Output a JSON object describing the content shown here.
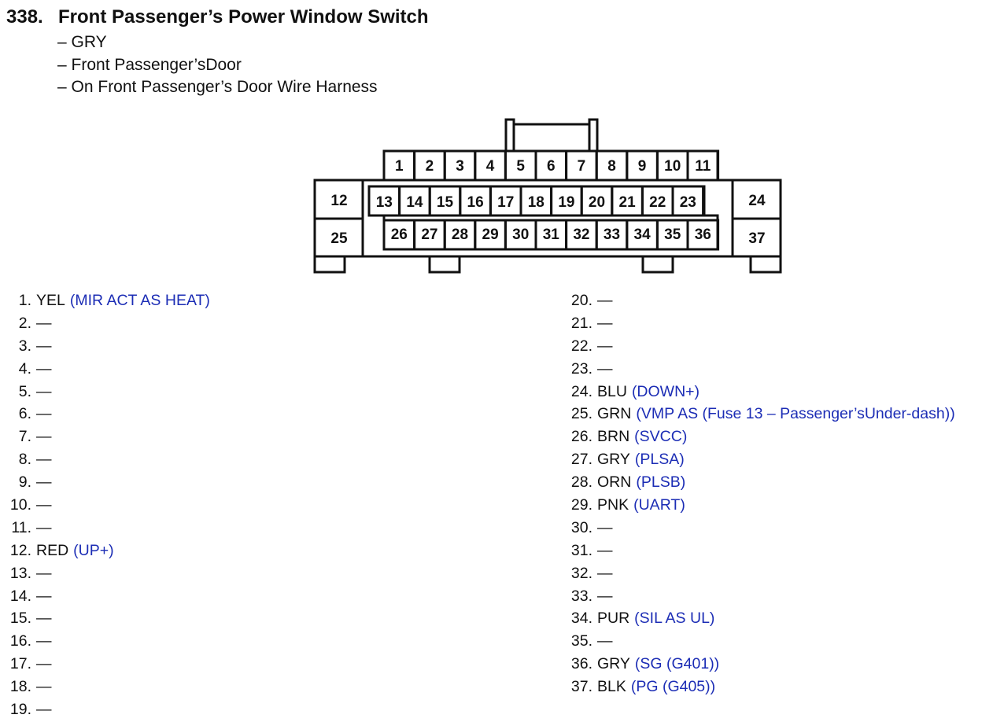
{
  "header": {
    "number": "338.",
    "title": "Front Passenger’s Power Window Switch",
    "details": [
      "– GRY",
      "– Front Passenger’sDoor",
      "– On Front Passenger’s Door Wire Harness"
    ]
  },
  "colors": {
    "function_text": "#1c2db5",
    "line": "#111111"
  },
  "connector": {
    "top_row": [
      "1",
      "2",
      "3",
      "4",
      "5",
      "6",
      "7",
      "8",
      "9",
      "10",
      "11"
    ],
    "middle_row": [
      "13",
      "14",
      "15",
      "16",
      "17",
      "18",
      "19",
      "20",
      "21",
      "22",
      "23"
    ],
    "bottom_row": [
      "26",
      "27",
      "28",
      "29",
      "30",
      "31",
      "32",
      "33",
      "34",
      "35",
      "36"
    ],
    "left_upper": "12",
    "left_lower": "25",
    "right_upper": "24",
    "right_lower": "37"
  },
  "pins_left": [
    {
      "num": "1.",
      "color": "YEL",
      "func": "(MIR ACT AS HEAT)"
    },
    {
      "num": "2.",
      "color": "—",
      "func": ""
    },
    {
      "num": "3.",
      "color": "—",
      "func": ""
    },
    {
      "num": "4.",
      "color": "—",
      "func": ""
    },
    {
      "num": "5.",
      "color": "—",
      "func": ""
    },
    {
      "num": "6.",
      "color": "—",
      "func": ""
    },
    {
      "num": "7.",
      "color": "—",
      "func": ""
    },
    {
      "num": "8.",
      "color": "—",
      "func": ""
    },
    {
      "num": "9.",
      "color": "—",
      "func": ""
    },
    {
      "num": "10.",
      "color": "—",
      "func": ""
    },
    {
      "num": "11.",
      "color": "—",
      "func": ""
    },
    {
      "num": "12.",
      "color": "RED",
      "func": "(UP+)"
    },
    {
      "num": "13.",
      "color": "—",
      "func": ""
    },
    {
      "num": "14.",
      "color": "—",
      "func": ""
    },
    {
      "num": "15.",
      "color": "—",
      "func": ""
    },
    {
      "num": "16.",
      "color": "—",
      "func": ""
    },
    {
      "num": "17.",
      "color": "—",
      "func": ""
    },
    {
      "num": "18.",
      "color": "—",
      "func": ""
    },
    {
      "num": "19.",
      "color": "—",
      "func": ""
    }
  ],
  "pins_right": [
    {
      "num": "20.",
      "color": "—",
      "func": ""
    },
    {
      "num": "21.",
      "color": "—",
      "func": ""
    },
    {
      "num": "22.",
      "color": "—",
      "func": ""
    },
    {
      "num": "23.",
      "color": "—",
      "func": ""
    },
    {
      "num": "24.",
      "color": "BLU",
      "func": "(DOWN+)"
    },
    {
      "num": "25.",
      "color": "GRN",
      "func": "(VMP AS (Fuse 13 – Passenger’sUnder-dash))"
    },
    {
      "num": "26.",
      "color": "BRN",
      "func": "(SVCC)"
    },
    {
      "num": "27.",
      "color": "GRY",
      "func": "(PLSA)"
    },
    {
      "num": "28.",
      "color": "ORN",
      "func": "(PLSB)"
    },
    {
      "num": "29.",
      "color": "PNK",
      "func": "(UART)"
    },
    {
      "num": "30.",
      "color": "—",
      "func": ""
    },
    {
      "num": "31.",
      "color": "—",
      "func": ""
    },
    {
      "num": "32.",
      "color": "—",
      "func": ""
    },
    {
      "num": "33.",
      "color": "—",
      "func": ""
    },
    {
      "num": "34.",
      "color": "PUR",
      "func": "(SIL AS UL)"
    },
    {
      "num": "35.",
      "color": "—",
      "func": ""
    },
    {
      "num": "36.",
      "color": "GRY",
      "func": "(SG (G401))"
    },
    {
      "num": "37.",
      "color": "BLK",
      "func": "(PG (G405))"
    }
  ]
}
